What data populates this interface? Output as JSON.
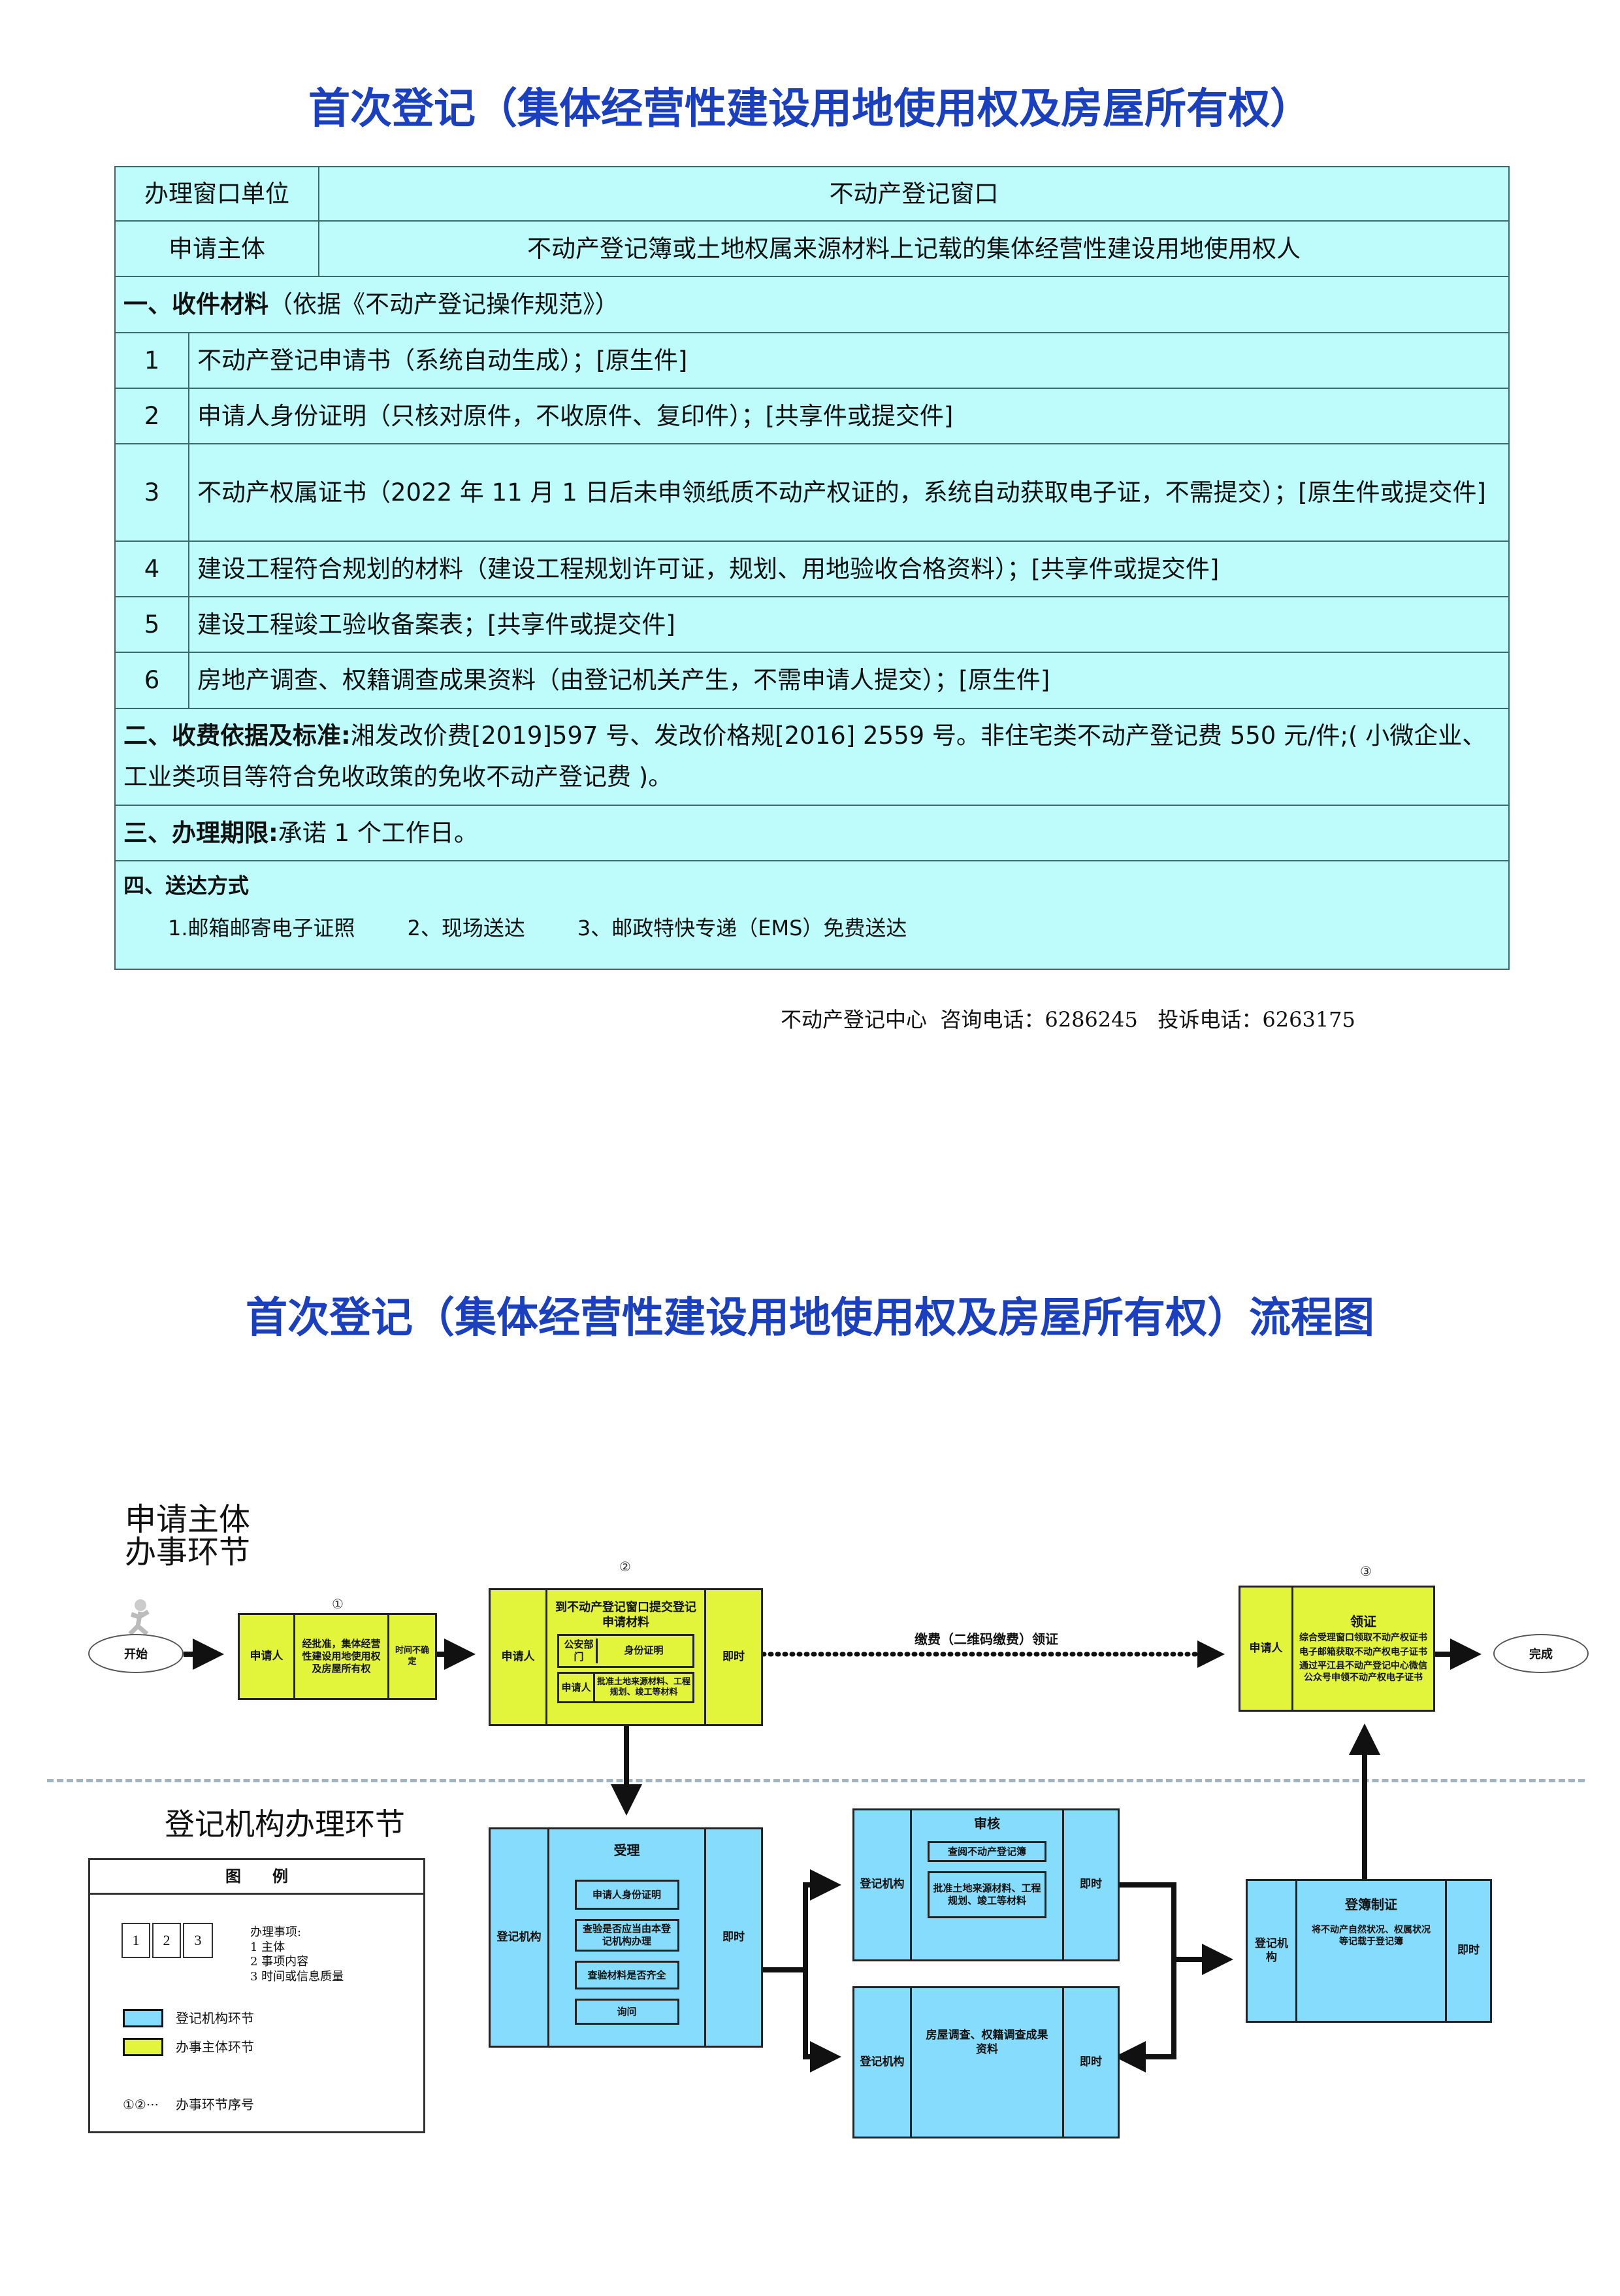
{
  "title": "首次登记（集体经营性建设用地使用权及房屋所有权）",
  "table": {
    "window_label": "办理窗口单位",
    "window_value": "不动产登记窗口",
    "applicant_label": "申请主体",
    "applicant_value": "不动产登记簿或土地权属来源材料上记载的集体经营性建设用地使用权人",
    "materials_heading": "一、收件材料",
    "materials_note": "（依据《不动产登记操作规范》）",
    "materials": [
      {
        "no": "1",
        "text": "不动产登记申请书（系统自动生成）；[原生件]"
      },
      {
        "no": "2",
        "text": "申请人身份证明（只核对原件，不收原件、复印件）；[共享件或提交件]"
      },
      {
        "no": "3",
        "text": "不动产权属证书（2022 年 11 月 1 日后未申领纸质不动产权证的，系统自动获取电子证，不需提交）；[原生件或提交件]"
      },
      {
        "no": "4",
        "text": "建设工程符合规划的材料（建设工程规划许可证，规划、用地验收合格资料）；[共享件或提交件]"
      },
      {
        "no": "5",
        "text": "建设工程竣工验收备案表；[共享件或提交件]"
      },
      {
        "no": "6",
        "text": "房地产调查、权籍调查成果资料（由登记机关产生，不需申请人提交）；[原生件]"
      }
    ],
    "fee_heading": "二、收费依据及标准:",
    "fee_text": "湘发改价费[2019]597 号、发改价格规[2016] 2559 号。非住宅类不动产登记费 550 元/件;( 小微企业、工业类项目等符合免收政策的免收不动产登记费 )。",
    "period_heading": "三、办理期限:",
    "period_text": "承诺 1 个工作日。",
    "delivery_heading": "四、送达方式",
    "delivery": [
      "1.邮箱邮寄电子证照",
      "2、现场送达",
      "3、邮政特快专递（EMS）免费送达"
    ]
  },
  "footer": "不动产登记中心  咨询电话：6286245   投诉电话：6263175",
  "flow_title": "首次登记（集体经营性建设用地使用权及房屋所有权）流程图",
  "flow": {
    "lane_top": "申请主体\n办事环节",
    "lane_bottom": "登记机构办理环节",
    "start": "开始",
    "finish": "完成",
    "step_nums": [
      "①",
      "②",
      "③"
    ],
    "box1": {
      "who": "申请人",
      "what": "经批准，集体经营性建设用地使用权及房屋所有权",
      "time": "时间不确定"
    },
    "box2": {
      "who": "申请人",
      "title": "到不动产登记窗口提交登记申请材料",
      "sub1_who": "公安部门",
      "sub1_what": "身份证明",
      "sub2_who": "申请人",
      "sub2_what": "批准土地来源材料、工程规划、竣工等材料",
      "time": "即时"
    },
    "dotted_label": "缴费（二维码缴费）领证",
    "box3": {
      "who": "申请人",
      "title": "领证",
      "l1": "综合受理窗口领取不动产权证书",
      "l2": "电子邮箱获取不动产权电子证书",
      "l3": "通过平江县不动产登记中心微信公众号申领不动产权电子证书"
    },
    "accept": {
      "who": "登记机构",
      "title": "受理",
      "items": [
        "申请人身份证明",
        "查验是否应当由本登记机构办理",
        "查验材料是否齐全",
        "询问"
      ],
      "time": "即时"
    },
    "review": {
      "who": "登记机构",
      "title": "审核",
      "items": [
        "查阅不动产登记簿",
        "批准土地来源材料、工程规划、竣工等材料"
      ],
      "time": "即时"
    },
    "survey": {
      "who": "登记机构",
      "what": "房屋调查、权籍调查成果资料",
      "time": "即时"
    },
    "record": {
      "who": "登记机构",
      "title": "登簿制证",
      "what": "将不动产自然状况、权属状况等记载于登记簿",
      "time": "即时"
    },
    "legend": {
      "title": "图　　例",
      "cells": [
        "1",
        "2",
        "3"
      ],
      "desc": [
        "办理事项:",
        "1 主体",
        "2 事项内容",
        "3 时间或信息质量"
      ],
      "blue": "登记机构环节",
      "yellow": "办事主体环节",
      "seq_sym": "①②···",
      "seq": "办事环节序号"
    }
  },
  "colors": {
    "title": "#1a3fbf",
    "table_bg": "#bdfcfb",
    "agency": "#86dcfc",
    "applicant": "#e3f53a"
  }
}
